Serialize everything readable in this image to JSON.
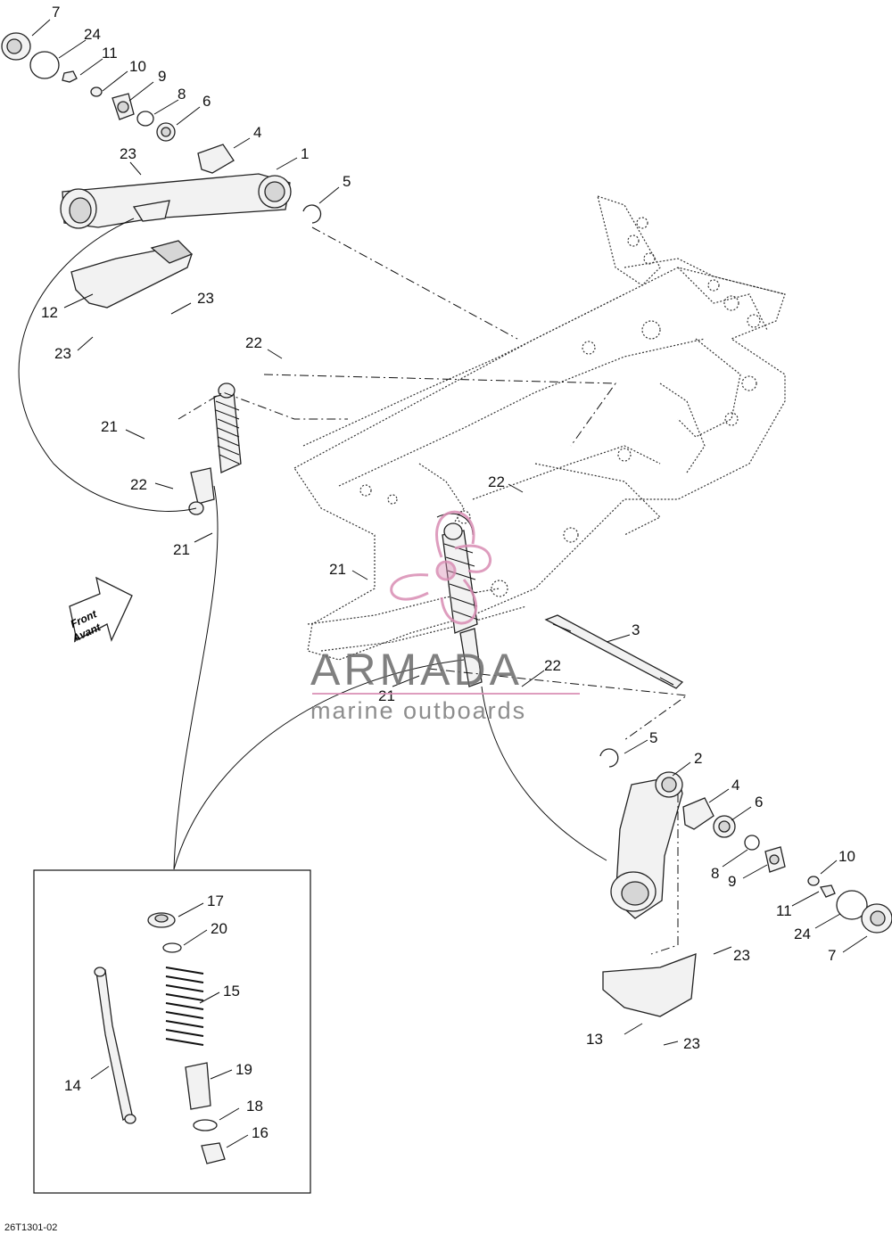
{
  "diagram": {
    "callouts": {
      "c7a": "7",
      "c24a": "24",
      "c11a": "11",
      "c10a": "10",
      "c9a": "9",
      "c8a": "8",
      "c6a": "6",
      "c4a": "4",
      "c1": "1",
      "c5a": "5",
      "c23a": "23",
      "c12": "12",
      "c23b": "23",
      "c23c": "23",
      "c22a": "22",
      "c21a": "21",
      "c22b": "22",
      "c21b": "21",
      "c22c": "22",
      "c21c": "21",
      "c22d": "22",
      "c21d": "21",
      "c3": "3",
      "c5b": "5",
      "c2": "2",
      "c4b": "4",
      "c6b": "6",
      "c8b": "8",
      "c9b": "9",
      "c10b": "10",
      "c11b": "11",
      "c24b": "24",
      "c7b": "7",
      "c23d": "23",
      "c13": "13",
      "c23e": "23",
      "c17": "17",
      "c20": "20",
      "c15": "15",
      "c14": "14",
      "c19": "19",
      "c18": "18",
      "c16": "16"
    },
    "direction_arrow": {
      "line1": "Front",
      "line2": "Avant"
    },
    "reference_code": "26T1301-02"
  },
  "watermark": {
    "brand": "ARMADA",
    "tagline": "marine outboards",
    "accent_color": "#d98cb3"
  }
}
